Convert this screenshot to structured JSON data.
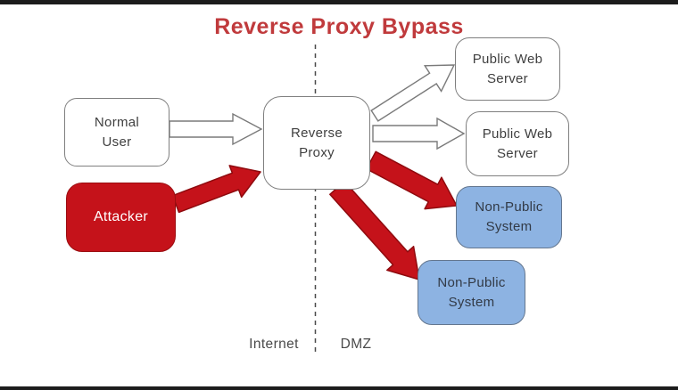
{
  "title": {
    "text": "Reverse Proxy Bypass"
  },
  "zones": {
    "internet_label": "Internet",
    "dmz_label": "DMZ"
  },
  "nodes": {
    "normal_user": {
      "label": "Normal\nUser"
    },
    "attacker": {
      "label": "Attacker"
    },
    "reverse_proxy": {
      "label": "Reverse\nProxy"
    },
    "public_web_server_1": {
      "label": "Public Web\nServer"
    },
    "public_web_server_2": {
      "label": "Public Web\nServer"
    },
    "non_public_system_1": {
      "label": "Non-Public\nSystem"
    },
    "non_public_system_2": {
      "label": "Non-Public\nSystem"
    }
  },
  "edges": [
    {
      "from": "normal_user",
      "to": "reverse_proxy",
      "style": "outline-arrow"
    },
    {
      "from": "reverse_proxy",
      "to": "public_web_server_1",
      "style": "outline-arrow"
    },
    {
      "from": "reverse_proxy",
      "to": "public_web_server_2",
      "style": "outline-arrow"
    },
    {
      "from": "attacker",
      "to": "reverse_proxy",
      "style": "red-attack-arrow"
    },
    {
      "from": "reverse_proxy",
      "to": "non_public_system_1",
      "style": "red-attack-arrow"
    },
    {
      "from": "reverse_proxy",
      "to": "non_public_system_2",
      "style": "red-attack-arrow"
    }
  ],
  "colors": {
    "title_red": "#c03a3c",
    "attacker_fill": "#c5121a",
    "attacker_border": "#9b0d10",
    "attack_arrow_fill": "#c5121a",
    "non_public_fill": "#8db3e2",
    "box_border_gray": "#7f7f7f",
    "frame_black": "#1c1c1c"
  }
}
